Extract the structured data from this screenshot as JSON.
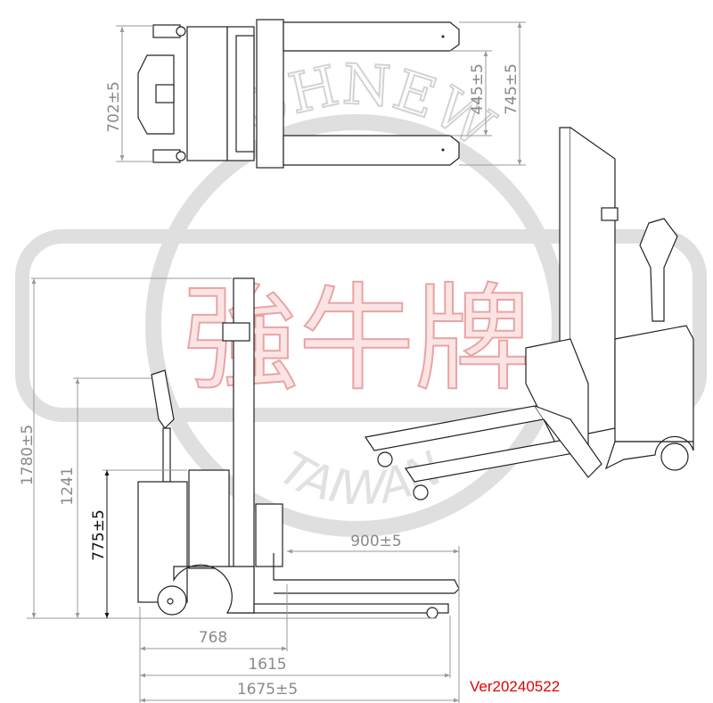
{
  "watermark": {
    "brand_arc": "JOHNEW",
    "country": "TAIWAN",
    "chinese": "強牛牌",
    "ring_color": "#d9d9d9",
    "chinese_color": "#f2b5b5"
  },
  "top_view": {
    "dims": {
      "overall_width": "702±5",
      "fork_inner": "445±5",
      "fork_outer": "745±5"
    }
  },
  "side_view": {
    "dims": {
      "overall_height": "1780±5",
      "handle_height": "1241",
      "body_height": "775±5",
      "fork_length": "900±5",
      "body_length": "768",
      "wheelbase_length": "1615",
      "overall_length": "1675±5"
    }
  },
  "version": "Ver20240522",
  "colors": {
    "line": "#222222",
    "dimension": "#8a8a8a",
    "version": "#e00000"
  }
}
